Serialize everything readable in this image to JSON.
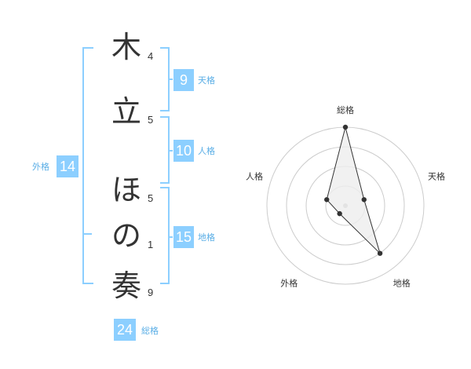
{
  "name": {
    "characters": [
      {
        "char": "木",
        "strokes": "4"
      },
      {
        "char": "立",
        "strokes": "5"
      },
      {
        "char": "ほ",
        "strokes": "5"
      },
      {
        "char": "の",
        "strokes": "1"
      },
      {
        "char": "奏",
        "strokes": "9"
      }
    ]
  },
  "fortune": {
    "tenkaku": {
      "value": "9",
      "label": "天格"
    },
    "jinkaku": {
      "value": "10",
      "label": "人格"
    },
    "chikaku": {
      "value": "15",
      "label": "地格"
    },
    "gaikaku": {
      "value": "14",
      "label": "外格"
    },
    "soukaku": {
      "value": "24",
      "label": "総格"
    }
  },
  "chart_data": {
    "type": "radar",
    "axes": [
      "総格",
      "天格",
      "地格",
      "外格",
      "人格"
    ],
    "values": [
      4,
      1,
      3,
      0.5,
      1
    ],
    "rmax": 4,
    "rings": 4,
    "colors": {
      "fill": "#eeeeee",
      "line": "#333333",
      "grid": "#cccccc",
      "center": "#bbbbbb"
    }
  }
}
